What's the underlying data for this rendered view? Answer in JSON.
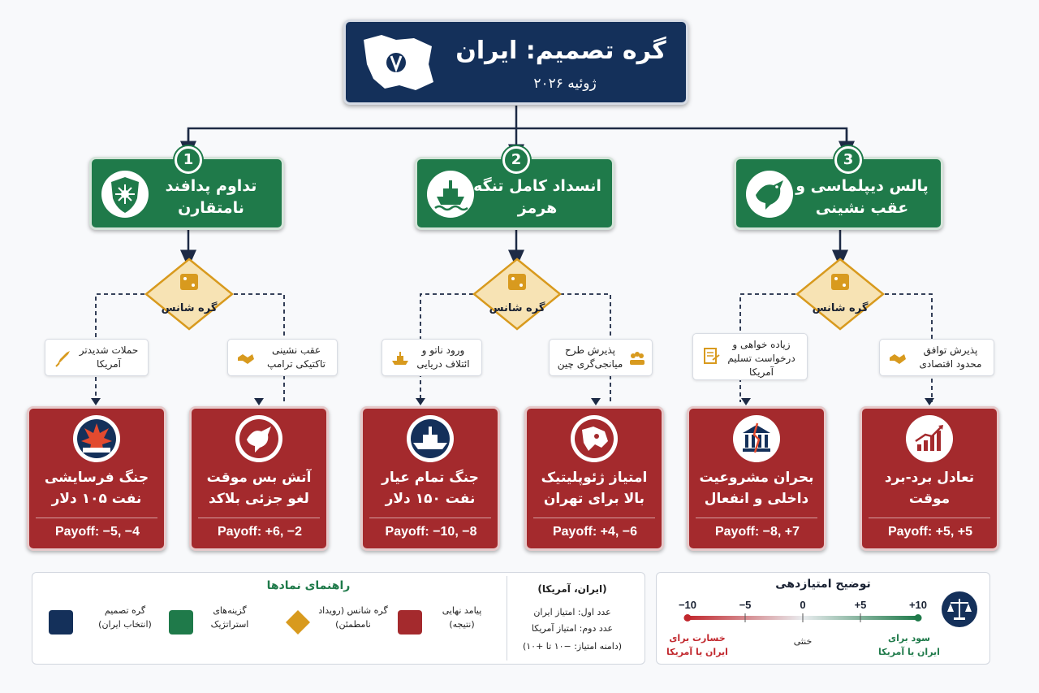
{
  "root": {
    "title": "گره تصمیم: ایران",
    "date": "ژوئیه ۲۰۲۶"
  },
  "strategies": [
    {
      "num": "1",
      "label": "تداوم پدافند نامتقارن",
      "icon": "shield-icon"
    },
    {
      "num": "2",
      "label": "انسداد کامل تنگه هرمز",
      "icon": "ship-icon"
    },
    {
      "num": "3",
      "label": "پالس دیپلماسی و عقب نشینی",
      "icon": "dove-icon"
    }
  ],
  "chance_label": "گره شانس",
  "chance_outcomes": [
    {
      "label": "حملات شدیدتر آمریکا",
      "icon": "rocket-icon"
    },
    {
      "label": "عقب نشینی تاکتیکی ترامپ",
      "icon": "handshake-icon"
    },
    {
      "label": "ورود ناتو و ائتلاف دریایی",
      "icon": "warship-icon"
    },
    {
      "label": "پذیرش طرح میانجی‌گری چین",
      "icon": "group-icon"
    },
    {
      "label": "زیاده خواهی و درخواست تسلیم آمریکا",
      "icon": "document-icon"
    },
    {
      "label": "پذیرش توافق محدود اقتصادی",
      "icon": "handshake-icon"
    }
  ],
  "outcomes": [
    {
      "title": "جنگ فرسایشی نفت ۱۰۵ دلار",
      "payoff": "Payoff: −5, −4",
      "icon": "explosion-icon"
    },
    {
      "title": "آتش بس موقت لغو جزئی بلاکد",
      "payoff": "Payoff: +6, −2",
      "icon": "dove-icon"
    },
    {
      "title": "جنگ تمام عیار نفت ۱۵۰ دلار",
      "payoff": "Payoff: −10, −8",
      "icon": "battleship-icon"
    },
    {
      "title": "امتیاز ژئوپلیتیک بالا برای تهران",
      "payoff": "Payoff: +4, −6",
      "icon": "map-icon"
    },
    {
      "title": "بحران مشروعیت داخلی و انفعال",
      "payoff": "Payoff: −8, +7",
      "icon": "broken-building-icon"
    },
    {
      "title": "تعادل برد-برد موقت",
      "payoff": "Payoff: +5, +5",
      "icon": "growth-chart-icon"
    }
  ],
  "legend": {
    "title": "راهنمای نمادها",
    "items": [
      {
        "label": "گره تصمیم (انتخاب ایران)",
        "color": "#14305a"
      },
      {
        "label": "گزینه‌های استراتژیک",
        "color": "#1f7a4a"
      },
      {
        "label": "گره شانس (رویداد نامطمئن)",
        "color": "#d89a1e"
      },
      {
        "label": "پیامد نهایی (نتیجه)",
        "color": "#a42a2d"
      }
    ],
    "pair_title": "(ایران، آمریکا)",
    "pair_first": "عدد اول: امتیاز ایران",
    "pair_second": "عدد دوم: امتیاز آمریکا",
    "pair_range": "(دامنه امتیاز: −۱۰ تا +۱۰)"
  },
  "scale": {
    "title": "توضیح امتیازدهی",
    "ticks": [
      "−10",
      "−5",
      "0",
      "+5",
      "+10"
    ],
    "left_note": "خسارت برای ایران یا آمریکا",
    "mid_note": "خنثی",
    "right_note": "سود برای ایران یا آمریکا",
    "icon": "scales-icon"
  }
}
